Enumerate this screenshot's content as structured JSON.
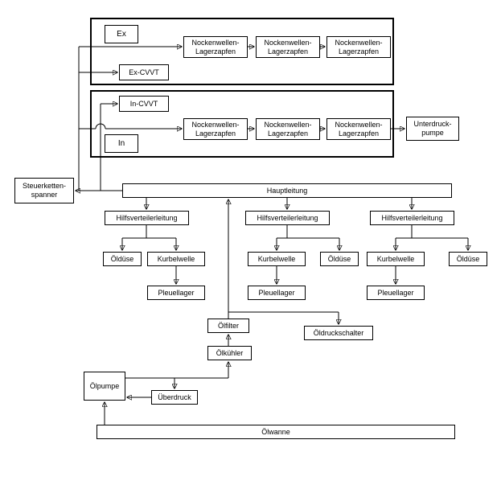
{
  "page": {
    "background_color": "#ffffff",
    "line_color": "#000000",
    "box_border_color": "#000000"
  },
  "diagram": {
    "title": "",
    "nodes": {
      "ex": "Ex",
      "in": "In",
      "ex_cvvt": "Ex-CVVT",
      "in_cvvt": "In-CVVT",
      "nockenwellen": "Nockenwellen-\nLagerzapfen",
      "unterdruckpumpe": "Unterdruck-\npumpe",
      "steuerkettenspanner": "Steuerketten-\nspanner",
      "hauptleitung": "Hauptleitung",
      "hilfsverteilerleitung": "Hilfsverteilerleitung",
      "oelduese": "Öldüse",
      "kurbelwelle": "Kurbelwelle",
      "pleuellager": "Pleuellager",
      "oelfilter": "Ölfilter",
      "oeldruckschalter": "Öldruckschalter",
      "oelkuehler": "Ölkühler",
      "oelpumpe": "Ölpumpe",
      "ueberdruck": "Überdruck",
      "oelwanne": "Ölwanne"
    }
  }
}
